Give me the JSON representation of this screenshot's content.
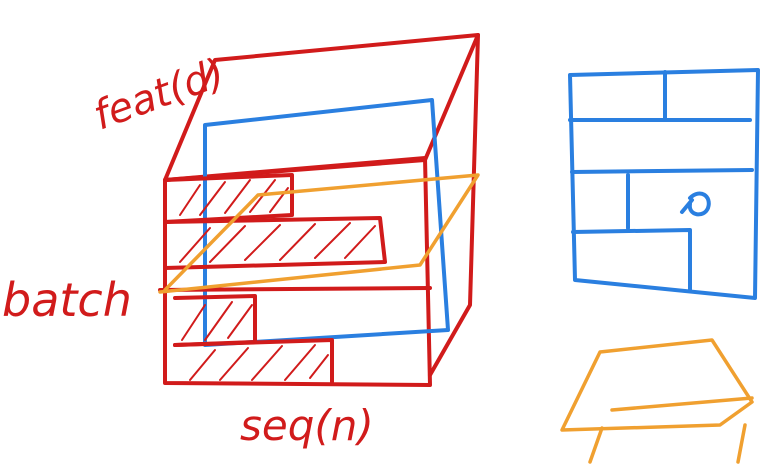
{
  "labels": {
    "feat": "feat(d)",
    "batch": "batch",
    "seq": "seq(n)"
  },
  "colors": {
    "red": "#d11b1b",
    "blue": "#2a7fe0",
    "orange": "#f0a030"
  }
}
